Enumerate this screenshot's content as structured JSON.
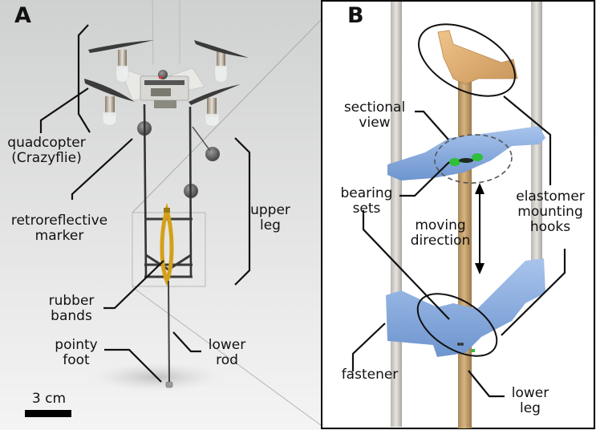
{
  "figure": {
    "panel_a": {
      "letter": "A",
      "labels": {
        "quadcopter": [
          "quadcopter",
          "(Crazyflie)"
        ],
        "marker": [
          "retroreflective",
          "marker"
        ],
        "upper_leg": [
          "upper",
          "leg"
        ],
        "rubber_bands": [
          "rubber",
          "bands"
        ],
        "pointy_foot": [
          "pointy",
          "foot"
        ],
        "lower_rod": [
          "lower",
          "rod"
        ]
      },
      "scale_bar": "3 cm"
    },
    "panel_b": {
      "letter": "B",
      "labels": {
        "sectional_view": [
          "sectional",
          "view"
        ],
        "bearing_sets": [
          "bearing",
          "sets"
        ],
        "moving_direction": [
          "moving",
          "direction"
        ],
        "elastomer_hooks": [
          "elastomer",
          "mounting",
          "hooks"
        ],
        "fastener": [
          "fastener"
        ],
        "lower_leg": [
          "lower",
          "leg"
        ]
      }
    },
    "colors": {
      "rubber_band": "#d4a017",
      "printed_part": "#7fa6d9",
      "wooden_rod": "#c9a26b",
      "bearing": "#2fbf3a",
      "carbon_rod": "#3a3a3a"
    }
  }
}
